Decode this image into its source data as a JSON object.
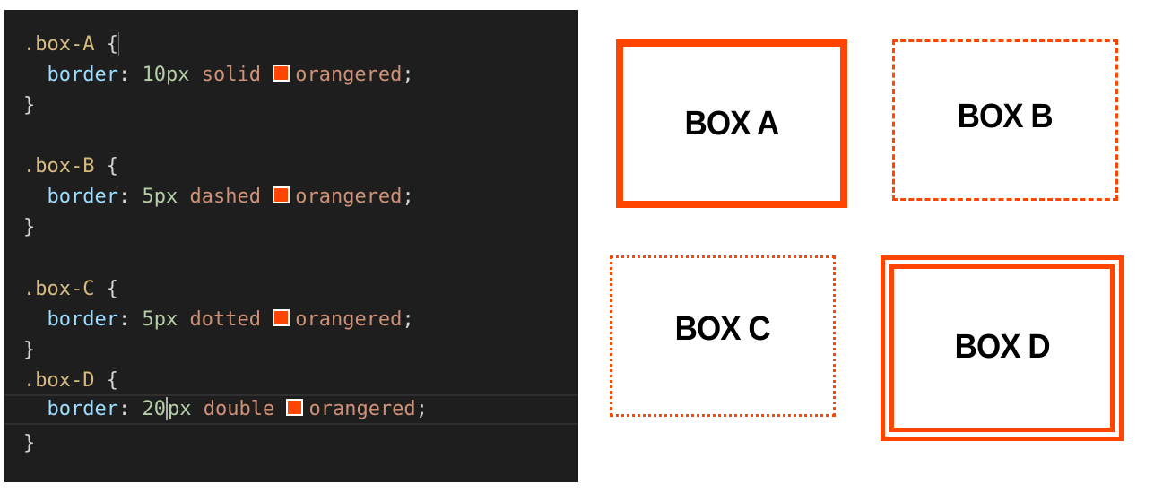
{
  "accent_color": "#ff4500",
  "editor": {
    "rules": [
      {
        "selector": ".box-A",
        "open": "{",
        "property": "border",
        "colon": ":",
        "width_value": "10px",
        "style_value": "solid",
        "color_value": "orangered",
        "semicolon": ";",
        "close": "}"
      },
      {
        "selector": ".box-B",
        "open": "{",
        "property": "border",
        "colon": ":",
        "width_value": "5px",
        "style_value": "dashed",
        "color_value": "orangered",
        "semicolon": ";",
        "close": "}"
      },
      {
        "selector": ".box-C",
        "open": "{",
        "property": "border",
        "colon": ":",
        "width_value": "5px",
        "style_value": "dotted",
        "color_value": "orangered",
        "semicolon": ";",
        "close": "}"
      },
      {
        "selector": ".box-D",
        "open": "{",
        "property": "border",
        "colon": ":",
        "width_value_before_cursor": "20",
        "width_value_after_cursor": "px",
        "style_value": "double",
        "color_value": "orangered",
        "semicolon": ";",
        "close": "}"
      }
    ]
  },
  "preview": {
    "boxes": [
      {
        "label": "BOX A",
        "border_style": "solid"
      },
      {
        "label": "BOX B",
        "border_style": "dashed"
      },
      {
        "label": "BOX C",
        "border_style": "dotted"
      },
      {
        "label": "BOX D",
        "border_style": "double"
      }
    ]
  }
}
